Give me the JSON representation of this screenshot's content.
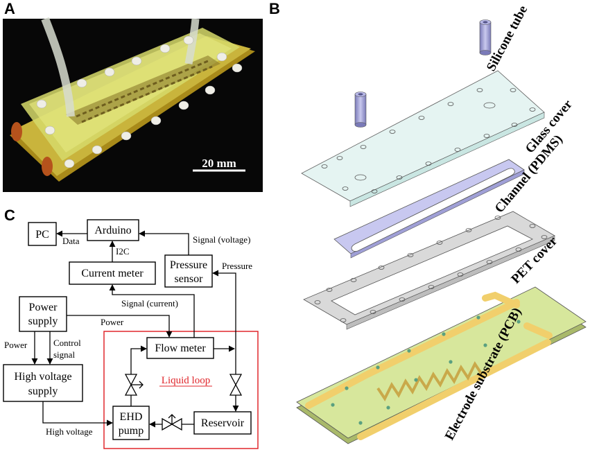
{
  "panels": {
    "a": "A",
    "b": "B",
    "c": "C"
  },
  "photo": {
    "scale_text": "20 mm"
  },
  "flow": {
    "pc": "PC",
    "arduino": "Arduino",
    "current_meter": "Current meter",
    "pressure_sensor_l1": "Pressure",
    "pressure_sensor_l2": "sensor",
    "power_supply_l1": "Power",
    "power_supply_l2": "supply",
    "hv_supply_l1": "High voltage",
    "hv_supply_l2": "supply",
    "flow_meter": "Flow meter",
    "ehd_l1": "EHD",
    "ehd_l2": "pump",
    "reservoir": "Reservoir",
    "liquid_loop": "Liquid loop",
    "lbl_data": "Data",
    "lbl_i2c": "I2C",
    "lbl_signal_voltage": "Signal (voltage)",
    "lbl_pressure": "Pressure",
    "lbl_signal_current": "Signal (current)",
    "lbl_power_right": "Power",
    "lbl_power_left": "Power",
    "lbl_control_l1": "Control",
    "lbl_control_l2": "signal",
    "lbl_high_voltage": "High voltage"
  },
  "exploded": {
    "silicone_tube": "Silicone tube",
    "glass_cover": "Glass cover",
    "channel": "Channel (PDMS)",
    "pet_cover": "PET cover",
    "electrode": "Electrode substrate (PCB)"
  },
  "colors": {
    "loop_border": "#e0262b",
    "loop_text": "#e0262b",
    "pdms": "#c8c8f0",
    "glass": "#e4f4f2",
    "pcb": "#d7e79c",
    "copper": "#f1cf6c"
  }
}
